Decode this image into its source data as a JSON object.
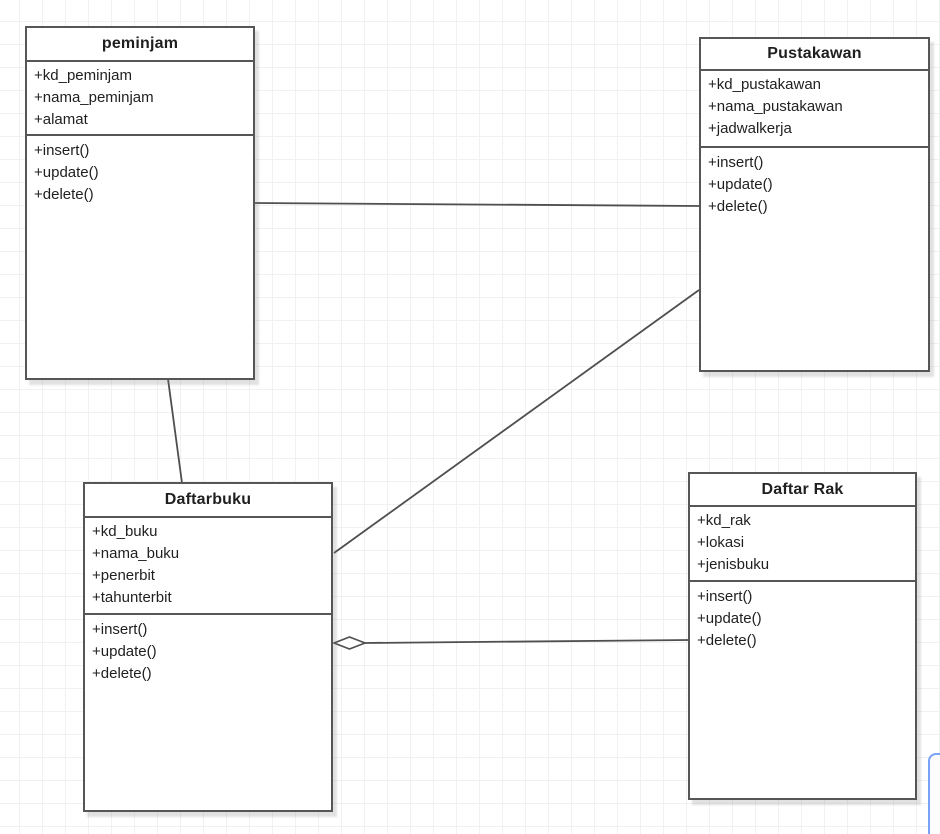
{
  "diagram": {
    "type": "uml-class-diagram",
    "colors": {
      "shape_border": "#565656",
      "shape_fill": "#ffffff",
      "selection_accent": "#79a3f9",
      "grid_line": "#f1f1f3"
    },
    "classes": [
      {
        "title": "peminjam",
        "attributes": [
          "+kd_peminjam",
          "+nama_peminjam",
          "+alamat"
        ],
        "methods": [
          "+insert()",
          "+update()",
          "+delete()"
        ]
      },
      {
        "title": "Pustakawan",
        "attributes": [
          "+kd_pustakawan",
          "+nama_pustakawan",
          "+jadwalkerja"
        ],
        "methods": [
          "+insert()",
          "+update()",
          "+delete()"
        ]
      },
      {
        "title": "Daftarbuku",
        "attributes": [
          "+kd_buku",
          "+nama_buku",
          "+penerbit",
          "+tahunterbit"
        ],
        "methods": [
          "+insert()",
          "+update()",
          "+delete()"
        ]
      },
      {
        "title": "Daftar Rak",
        "attributes": [
          "+kd_rak",
          "+lokasi",
          "+jenisbuku"
        ],
        "methods": [
          "+insert()",
          "+update()",
          "+delete()"
        ]
      }
    ],
    "connectors": [
      {
        "from": "peminjam",
        "to": "Pustakawan",
        "type": "association"
      },
      {
        "from": "peminjam",
        "to": "Daftarbuku",
        "type": "association"
      },
      {
        "from": "Pustakawan",
        "to": "Daftarbuku",
        "type": "association"
      },
      {
        "from": "Daftar Rak",
        "to": "Daftarbuku",
        "type": "aggregation",
        "diamond_at": "Daftarbuku"
      }
    ]
  }
}
